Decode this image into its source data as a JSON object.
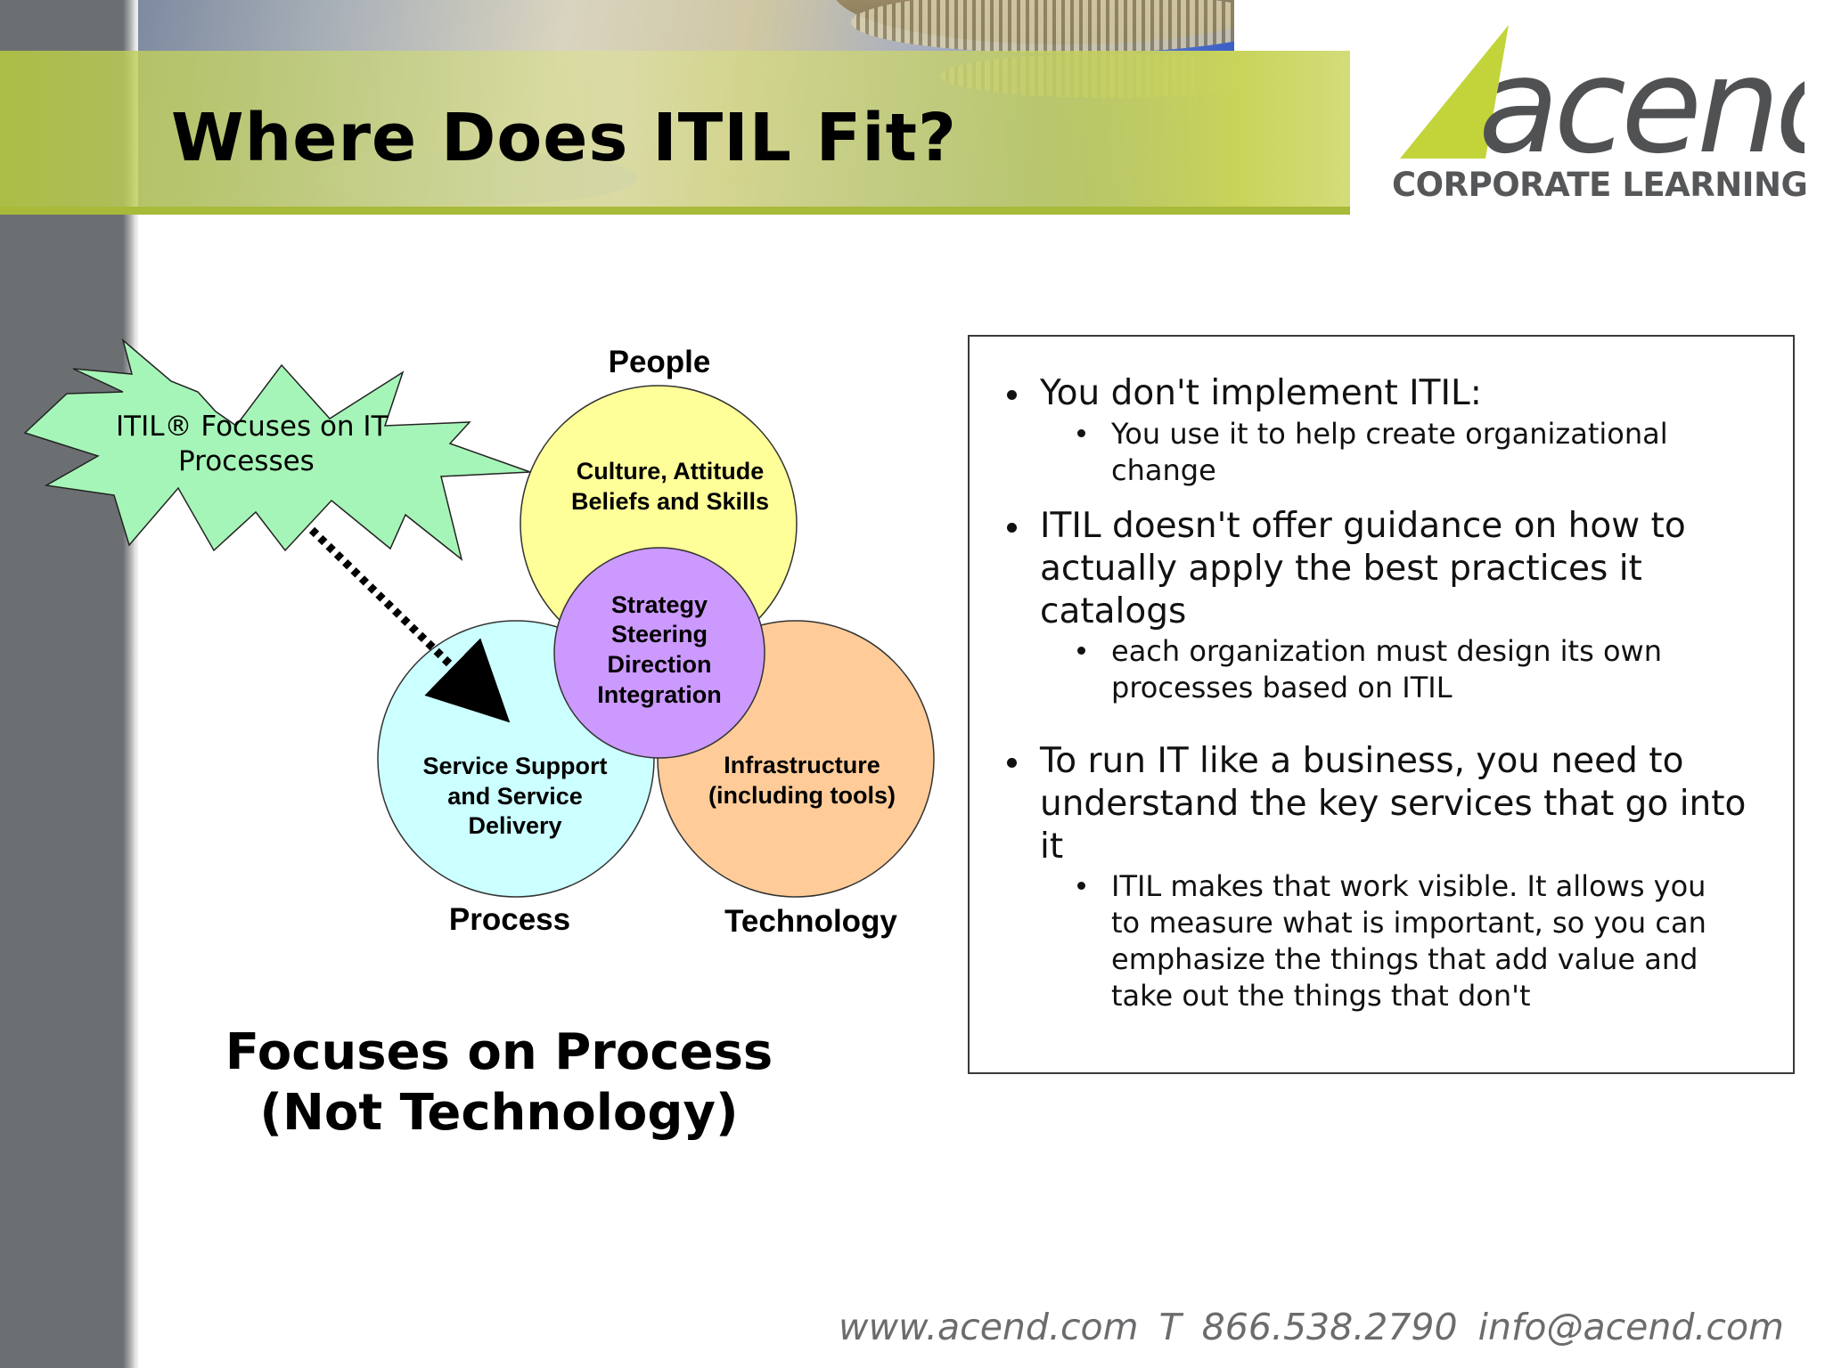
{
  "slide": {
    "title": "Where Does ITIL Fit?",
    "brand_name": "acend",
    "brand_sub": "CORPORATE LEARNING",
    "footer": "www.acend.com   T 866.538.2790   info@acend.com"
  },
  "diagram": {
    "burst_line1": "ITIL® Focuses on IT",
    "burst_line2": "Processes",
    "label_people": "People",
    "label_process": "Process",
    "label_technology": "Technology",
    "people_lines": [
      "Culture, Attitude",
      "Beliefs and Skills"
    ],
    "center_lines": [
      "Strategy",
      "Steering",
      "Direction",
      "Integration"
    ],
    "process_lines": [
      "Service Support",
      "and Service",
      "Delivery"
    ],
    "technology_lines": [
      "Infrastructure",
      "(including tools)"
    ],
    "colors": {
      "people": "#ffff99",
      "center": "#cc99ff",
      "process": "#ccffff",
      "technology": "#ffcc99",
      "burst": "#a6f5b8"
    }
  },
  "subtitle": {
    "line1": "Focuses on Process",
    "line2": "(Not Technology)"
  },
  "bullets": [
    {
      "text": "You don't implement ITIL:",
      "sub": [
        "You use it to help create organizational",
        "change"
      ]
    },
    {
      "text_lines": [
        "ITIL doesn't offer guidance on how to",
        "actually apply the best practices it",
        "catalogs"
      ],
      "sub": [
        "each organization must design its own",
        "processes based on ITIL"
      ]
    },
    {
      "text_lines": [
        "To run IT like a business, you need to",
        "understand the key services that go into",
        "it"
      ],
      "sub": [
        "ITIL makes that work visible. It allows you",
        "to measure what is important, so you can",
        "emphasize the things that add value and",
        "take out the things that don't"
      ]
    }
  ]
}
